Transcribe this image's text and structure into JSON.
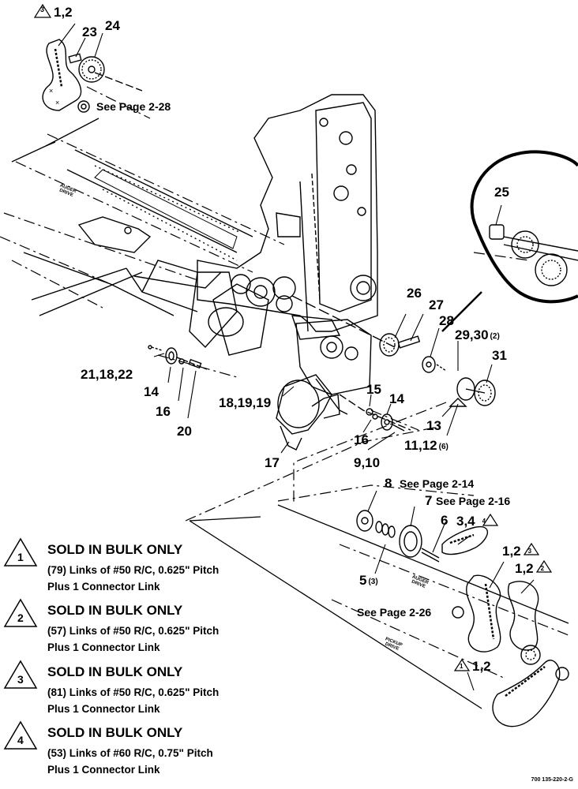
{
  "callouts": {
    "c_1_2_top": "1,2",
    "c_23": "23",
    "c_24": "24",
    "c_25": "25",
    "c_26": "26",
    "c_27": "27",
    "c_28": "28",
    "c_29_30": "29,30",
    "c_29_30_qty": "(2)",
    "c_31": "31",
    "c_21_18_22": "21,18,22",
    "c_14_left": "14",
    "c_16_left": "16",
    "c_20": "20",
    "c_18_19_19": "18,19,19",
    "c_15": "15",
    "c_14_mid": "14",
    "c_16_mid": "16",
    "c_13": "13",
    "c_11_12": "11,12",
    "c_11_12_qty": "(6)",
    "c_17": "17",
    "c_9_10": "9,10",
    "c_8": "8",
    "c_7": "7",
    "c_6": "6",
    "c_3_4": "3,4",
    "c_5": "5",
    "c_5_qty": "(3)",
    "c_1_2_right_a": "1,2",
    "c_1_2_right_b": "1,2",
    "c_1_2_bottom": "1,2"
  },
  "triangle_marks": {
    "t_top": "3",
    "t_3_4": "4",
    "t_right_a": "3",
    "t_right_b": "2",
    "t_bottom": "1"
  },
  "see_page": {
    "p_2_28": "See Page 2-28",
    "p_2_14": "See Page 2-14",
    "p_2_16": "See Page 2-16",
    "p_2_26": "See Page 2-26"
  },
  "belt_labels": {
    "auger_drive_upper": [
      "AUGER",
      "DRIVE"
    ],
    "auger_drive_lower": [
      "AUGER",
      "DRIVE"
    ],
    "pickup_drive": [
      "PICKUP",
      "DRIVE"
    ]
  },
  "notes": [
    {
      "number": "1",
      "title": "SOLD IN BULK ONLY",
      "line1": "(79) Links of #50 R/C, 0.625\" Pitch",
      "line2": "Plus 1 Connector Link"
    },
    {
      "number": "2",
      "title": "SOLD IN BULK ONLY",
      "line1": "(57) Links of #50 R/C, 0.625\" Pitch",
      "line2": "Plus 1 Connector Link"
    },
    {
      "number": "3",
      "title": "SOLD IN BULK ONLY",
      "line1": "(81) Links of #50 R/C, 0.625\" Pitch",
      "line2": "Plus 1 Connector Link"
    },
    {
      "number": "4",
      "title": "SOLD IN BULK ONLY",
      "line1": "(53) Links of #60 R/C, 0.75\" Pitch",
      "line2": "Plus 1 Connector Link"
    }
  ],
  "figure_code": "700 135-220-2-G"
}
